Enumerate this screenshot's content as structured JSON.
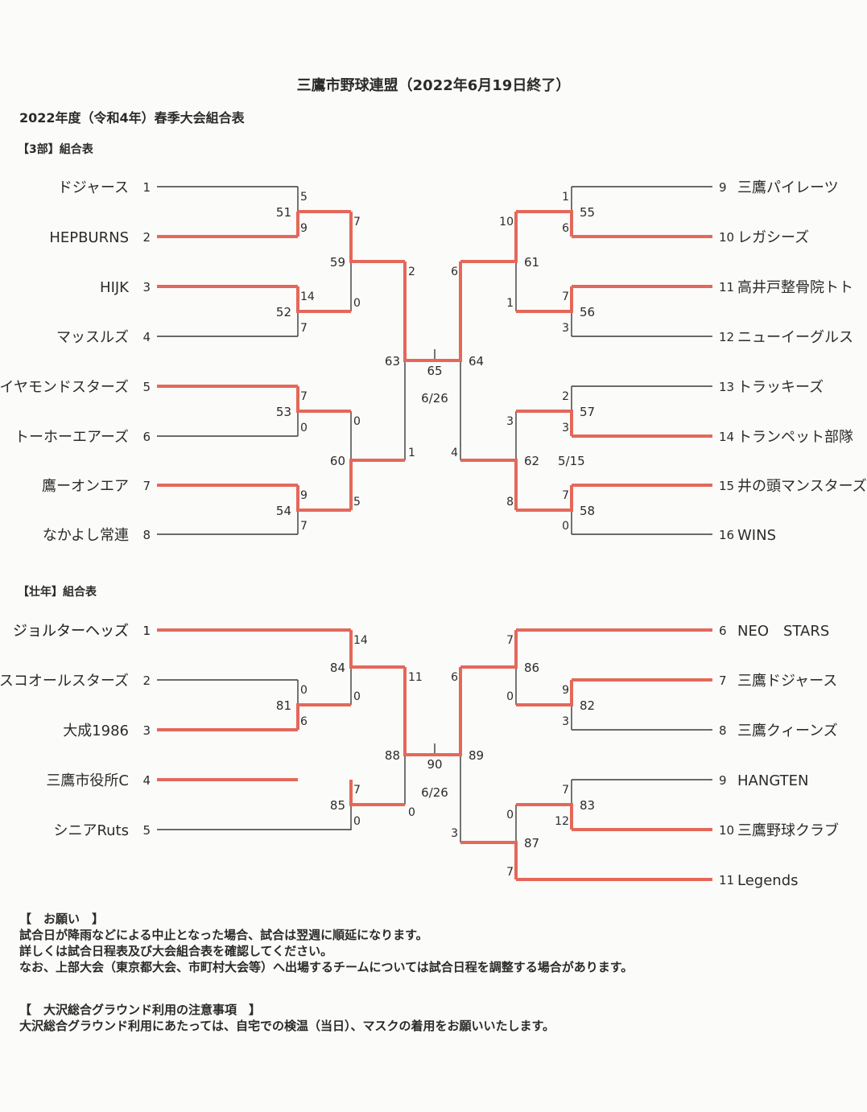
{
  "header": {
    "federation": "三鷹市野球連盟（2022年6月19日終了）",
    "title": "2022年度（令和4年）春季大会組合表",
    "section_3bu": "【3部】組合表",
    "section_sonen": "【壮年】組合表"
  },
  "colors": {
    "win": "#e4685a",
    "line": "#3a3a3a",
    "text": "#2b2b2b"
  },
  "div3": {
    "teams": [
      {
        "seed": "1",
        "name": "ドジャース"
      },
      {
        "seed": "2",
        "name": "HEPBURNS"
      },
      {
        "seed": "3",
        "name": "HIJK"
      },
      {
        "seed": "4",
        "name": "マッスルズ"
      },
      {
        "seed": "5",
        "name": "ダイヤモンドスターズ"
      },
      {
        "seed": "6",
        "name": "トーホーエアーズ"
      },
      {
        "seed": "7",
        "name": "鷹ーオンエア"
      },
      {
        "seed": "8",
        "name": "なかよし常連"
      },
      {
        "seed": "9",
        "name": "三鷹パイレーツ"
      },
      {
        "seed": "10",
        "name": "レガシーズ"
      },
      {
        "seed": "11",
        "name": "高井戸整骨院トト"
      },
      {
        "seed": "12",
        "name": "ニューイーグルス"
      },
      {
        "seed": "13",
        "name": "トラッキーズ"
      },
      {
        "seed": "14",
        "name": "トランペット部隊"
      },
      {
        "seed": "15",
        "name": "井の頭マンスターズ"
      },
      {
        "seed": "16",
        "name": "WINS"
      }
    ],
    "games": {
      "g51": {
        "num": "51",
        "top": "5",
        "bottom": "9"
      },
      "g52": {
        "num": "52",
        "top": "14",
        "bottom": "7"
      },
      "g53": {
        "num": "53",
        "top": "7",
        "bottom": "0"
      },
      "g54": {
        "num": "54",
        "top": "9",
        "bottom": "7"
      },
      "g59": {
        "num": "59",
        "top": "7",
        "bottom": "0"
      },
      "g60": {
        "num": "60",
        "top": "0",
        "bottom": "5"
      },
      "g63": {
        "num": "63",
        "top": "2",
        "bottom": "1"
      },
      "g55": {
        "num": "55",
        "top": "1",
        "bottom": "6"
      },
      "g56": {
        "num": "56",
        "top": "7",
        "bottom": "3"
      },
      "g57": {
        "num": "57",
        "top": "2",
        "bottom": "3"
      },
      "g58": {
        "num": "58",
        "top": "7",
        "bottom": "0"
      },
      "g61": {
        "num": "61",
        "top": "10",
        "bottom": "1"
      },
      "g62": {
        "num": "62",
        "top": "3",
        "bottom": "8",
        "date": "5/15"
      },
      "g64": {
        "num": "64",
        "top": "6",
        "bottom": "4"
      },
      "final": {
        "num": "65",
        "date": "6/26"
      }
    }
  },
  "sonen": {
    "teams": [
      {
        "seed": "1",
        "name": "ジョルターヘッズ"
      },
      {
        "seed": "2",
        "name": "テスコオールスターズ"
      },
      {
        "seed": "3",
        "name": "大成1986"
      },
      {
        "seed": "4",
        "name": "三鷹市役所C"
      },
      {
        "seed": "5",
        "name": "シニアRuts"
      },
      {
        "seed": "6",
        "name": "NEO　STARS"
      },
      {
        "seed": "7",
        "name": "三鷹ドジャース"
      },
      {
        "seed": "8",
        "name": "三鷹クィーンズ"
      },
      {
        "seed": "9",
        "name": "HANGTEN"
      },
      {
        "seed": "10",
        "name": "三鷹野球クラブ"
      },
      {
        "seed": "11",
        "name": "Legends"
      }
    ],
    "games": {
      "g81": {
        "num": "81",
        "top": "0",
        "bottom": "6"
      },
      "g84": {
        "num": "84",
        "top": "14",
        "bottom": "0"
      },
      "g85": {
        "num": "85",
        "top": "7",
        "bottom": "0"
      },
      "g88": {
        "num": "88",
        "top": "11",
        "bottom": "0"
      },
      "g82": {
        "num": "82",
        "top": "9",
        "bottom": "3"
      },
      "g83": {
        "num": "83",
        "top": "7",
        "bottom": "12"
      },
      "g86": {
        "num": "86",
        "top": "7",
        "bottom": "0"
      },
      "g87": {
        "num": "87",
        "top": "0",
        "bottom": "7"
      },
      "g89": {
        "num": "89",
        "top": "6",
        "bottom": "3"
      },
      "final": {
        "num": "90",
        "date": "6/26"
      }
    }
  },
  "notes": {
    "request_title": "【　お願い　】",
    "request_lines": [
      "試合日が降雨などによる中止となった場合、試合は翌週に順延になります。",
      "詳しくは試合日程表及び大会組合表を確認してください。",
      "なお、上部大会（東京都大会、市町村大会等）へ出場するチームについては試合日程を調整する場合があります。"
    ],
    "ground_title": "【　大沢総合グラウンド利用の注意事項　】",
    "ground_lines": [
      "大沢総合グラウンド利用にあたっては、自宅での検温（当日）、マスクの着用をお願いいたします。"
    ]
  }
}
